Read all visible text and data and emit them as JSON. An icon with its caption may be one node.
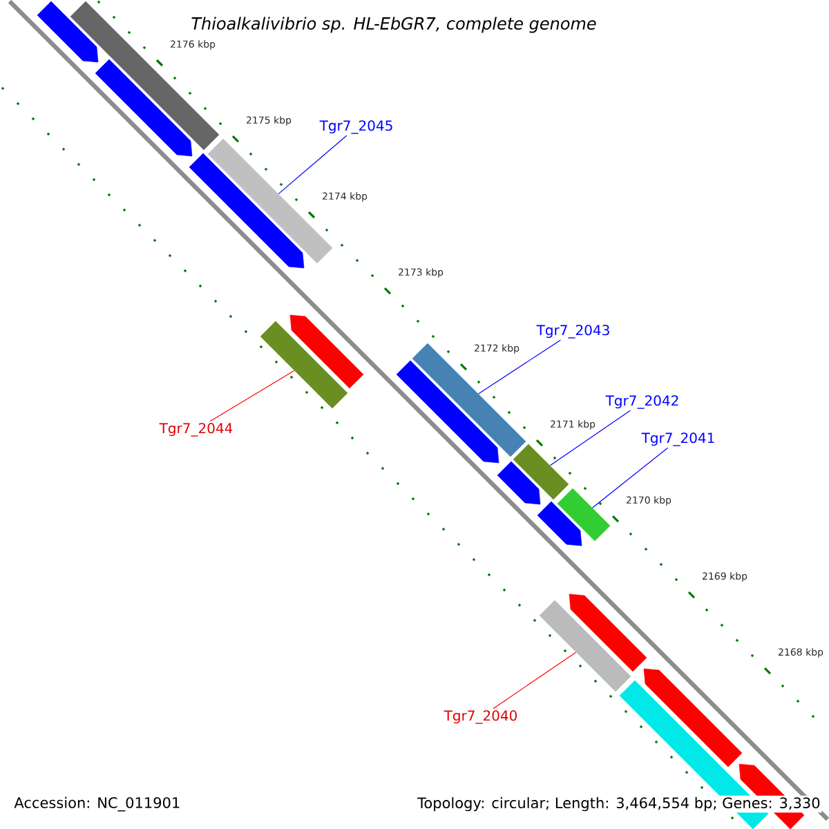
{
  "diagram": {
    "title": "*Thioalkalivibrio* sp. HL-EbGR7, complete genome",
    "nodes": [
      {
        "text": [
          "Tgr7_2045"
        ]
      },
      {
        "text": [],
        "shape": "bar"
      },
      {
        "text": [
          "Tgr7_2043"
        ]
      },
      {
        "text": [],
        "shape": "bar"
      },
      {
        "text": [
          "Tgr7_2042"
        ]
      },
      {
        "text": [],
        "shape": "bar"
      },
      {
        "text": [
          "Tgr7_2041"
        ]
      },
      {
        "text": [],
        "shape": "bar"
      },
      {
        "text": [
          "Tgr7_2044"
        ]
      },
      {
        "text": [],
        "shape": "bar"
      },
      {
        "text": [
          "Tgr7_2040"
        ]
      },
      {
        "text": [],
        "shape": "bar"
      },
      {
        "text": [],
        "shape": "bar"
      },
      {
        "text": [],
        "shape": "bar"
      },
      {
        "text": [],
        "shape": "bar"
      },
      {
        "text": [],
        "shape": "bar"
      },
      {
        "text": [],
        "shape": "bar"
      },
      {
        "text": [],
        "shape": "bar"
      },
      {
        "text": [],
        "shape": "bar"
      },
      {
        "text": [],
        "shape": "bar"
      },
      {
        "text": [],
        "shape": "bar"
      },
      {
        "text": [],
        "shape": "bar"
      },
      {
        "text": [],
        "shape": "bar"
      },
      {
        "text": [],
        "shape": "bar"
      }
    ],
    "edges": [
      {
        "from": 0,
        "to": 1,
        "arrow": "none"
      },
      {
        "from": 2,
        "to": 3,
        "arrow": "none"
      },
      {
        "from": 4,
        "to": 5,
        "arrow": "none"
      },
      {
        "from": 6,
        "to": 7,
        "arrow": "none"
      },
      {
        "from": 8,
        "to": 9,
        "arrow": "none",
        "color": "#ff0000"
      },
      {
        "from": 10,
        "to": 11,
        "arrow": "none",
        "color": "#ff0000"
      }
    ],
    "labels": [
      "2176 kbp",
      "2175 kbp",
      "2174 kbp",
      "2173 kbp",
      "2172 kbp",
      "2171 kbp",
      "2170 kbp",
      "2169 kbp",
      "2168 kbp",
      "Accession: NC_011901",
      "Topology: circular; Length: 3,464,554 bp; Genes: 3,330"
    ]
  }
}
